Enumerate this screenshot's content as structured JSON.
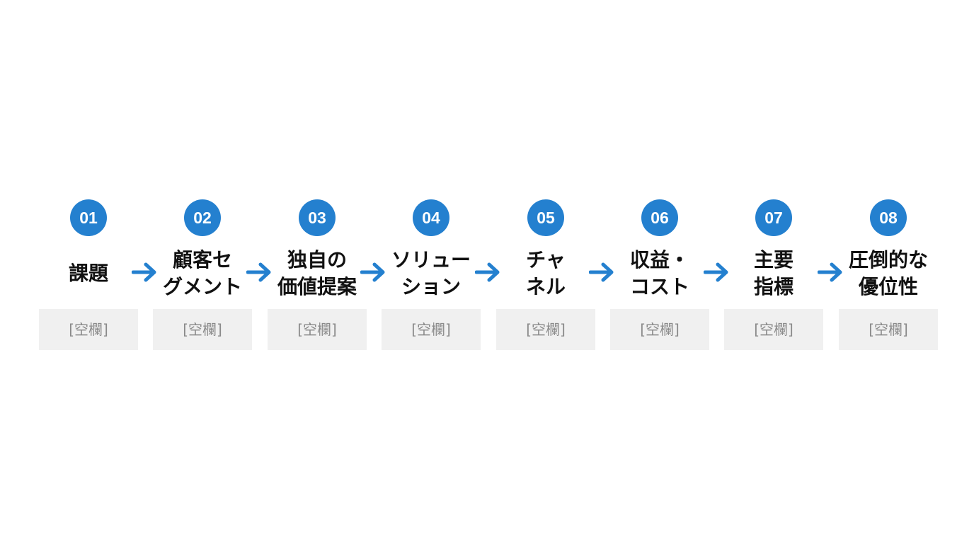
{
  "diagram": {
    "accent_color": "#2480cf",
    "steps": [
      {
        "number": "01",
        "title": "課題",
        "value": "[空欄]"
      },
      {
        "number": "02",
        "title": "顧客セ\nグメント",
        "value": "[空欄]"
      },
      {
        "number": "03",
        "title": "独自の\n価値提案",
        "value": "[空欄]"
      },
      {
        "number": "04",
        "title": "ソリュー\nション",
        "value": "[空欄]"
      },
      {
        "number": "05",
        "title": "チャ\nネル",
        "value": "[空欄]"
      },
      {
        "number": "06",
        "title": "収益・\nコスト",
        "value": "[空欄]"
      },
      {
        "number": "07",
        "title": "主要\n指標",
        "value": "[空欄]"
      },
      {
        "number": "08",
        "title": "圧倒的な\n優位性",
        "value": "[空欄]"
      }
    ],
    "connector_icon": "arrow-right-icon"
  }
}
